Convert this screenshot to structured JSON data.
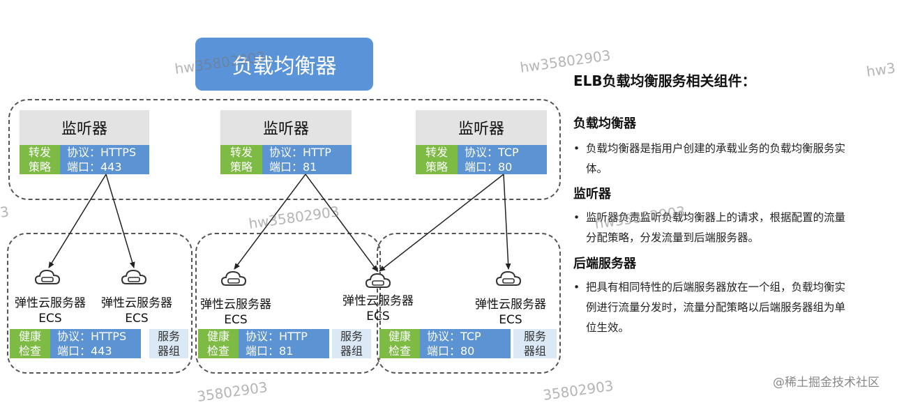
{
  "title": "负载均衡器",
  "listeners": [
    {
      "title": "监听器",
      "forward_line1": "转发",
      "forward_line2": "策略",
      "protocol": "协议：HTTPS",
      "port": "端口：443"
    },
    {
      "title": "监听器",
      "forward_line1": "转发",
      "forward_line2": "策略",
      "protocol": "协议：HTTP",
      "port": "端口：81"
    },
    {
      "title": "监听器",
      "forward_line1": "转发",
      "forward_line2": "策略",
      "protocol": "协议：TCP",
      "port": "端口：80"
    }
  ],
  "servers": [
    {
      "line1": "弹性云服务器",
      "line2": "ECS"
    },
    {
      "line1": "弹性云服务器",
      "line2": "ECS"
    },
    {
      "line1": "弹性云服务器",
      "line2": "ECS"
    },
    {
      "line1": "弹性云服务器",
      "line2": "ECS"
    },
    {
      "line1": "弹性云服务器",
      "line2": "ECS"
    }
  ],
  "groups": [
    {
      "health_line1": "健康",
      "health_line2": "检查",
      "protocol": "协议：HTTPS",
      "port": "端口：443",
      "group_line1": "服务",
      "group_line2": "器组"
    },
    {
      "health_line1": "健康",
      "health_line2": "检查",
      "protocol": "协议：HTTP",
      "port": "端口：81",
      "group_line1": "服务",
      "group_line2": "器组"
    },
    {
      "health_line1": "健康",
      "health_line2": "检查",
      "protocol": "协议：TCP",
      "port": "端口：80",
      "group_line1": "服务",
      "group_line2": "器组"
    }
  ],
  "panel": {
    "heading": "ELB负载均衡服务相关组件：",
    "sections": [
      {
        "title": "负载均衡器",
        "lines": [
          "负载均衡器是指用户创建的承载业务的负载均衡服务实",
          "体。"
        ]
      },
      {
        "title": "监听器",
        "lines": [
          "监听器负责监听负载均衡器上的请求，根据配置的流量",
          "分配策略，分发流量到后端服务器。"
        ]
      },
      {
        "title": "后端服务器",
        "lines": [
          "把具有相同特性的后端服务器放在一个组，负载均衡实",
          "例进行流量分发时，流量分配策略以后端服务器组为单",
          "位生效。"
        ]
      }
    ]
  },
  "watermarks": [
    "hw35802903",
    "hw35802903",
    "hw35802903",
    "hw35802903",
    "35802903",
    "35802903",
    "hw3",
    "3"
  ],
  "credit": "@稀土掘金技术社区",
  "colors": {
    "title_blue": "#5b93d8",
    "green": "#7dbb45",
    "blue": "#5c93d3",
    "light_blue": "#dbe8f6",
    "gray": "#e3e3e3"
  }
}
